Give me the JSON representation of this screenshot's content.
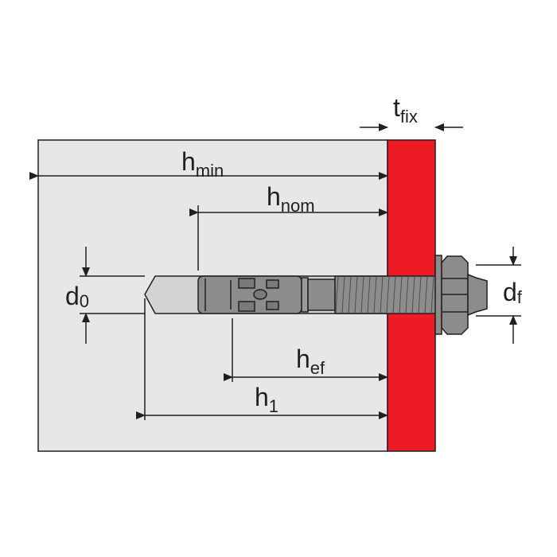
{
  "colors": {
    "concrete": "#e6e7e8",
    "fixture": "#ed1c24",
    "hole": "#d1d3d4",
    "anchor": "#8c8c8c",
    "line": "#231f20"
  },
  "labels": {
    "t_fix": {
      "main": "t",
      "sub": "fix"
    },
    "h_min": {
      "main": "h",
      "sub": "min"
    },
    "h_nom": {
      "main": "h",
      "sub": "nom"
    },
    "h_ef": {
      "main": "h",
      "sub": "ef"
    },
    "h_1": {
      "main": "h",
      "sub": "1"
    },
    "d_0": {
      "main": "d",
      "sub": "0"
    },
    "d_f": {
      "main": "d",
      "sub": "f"
    }
  }
}
